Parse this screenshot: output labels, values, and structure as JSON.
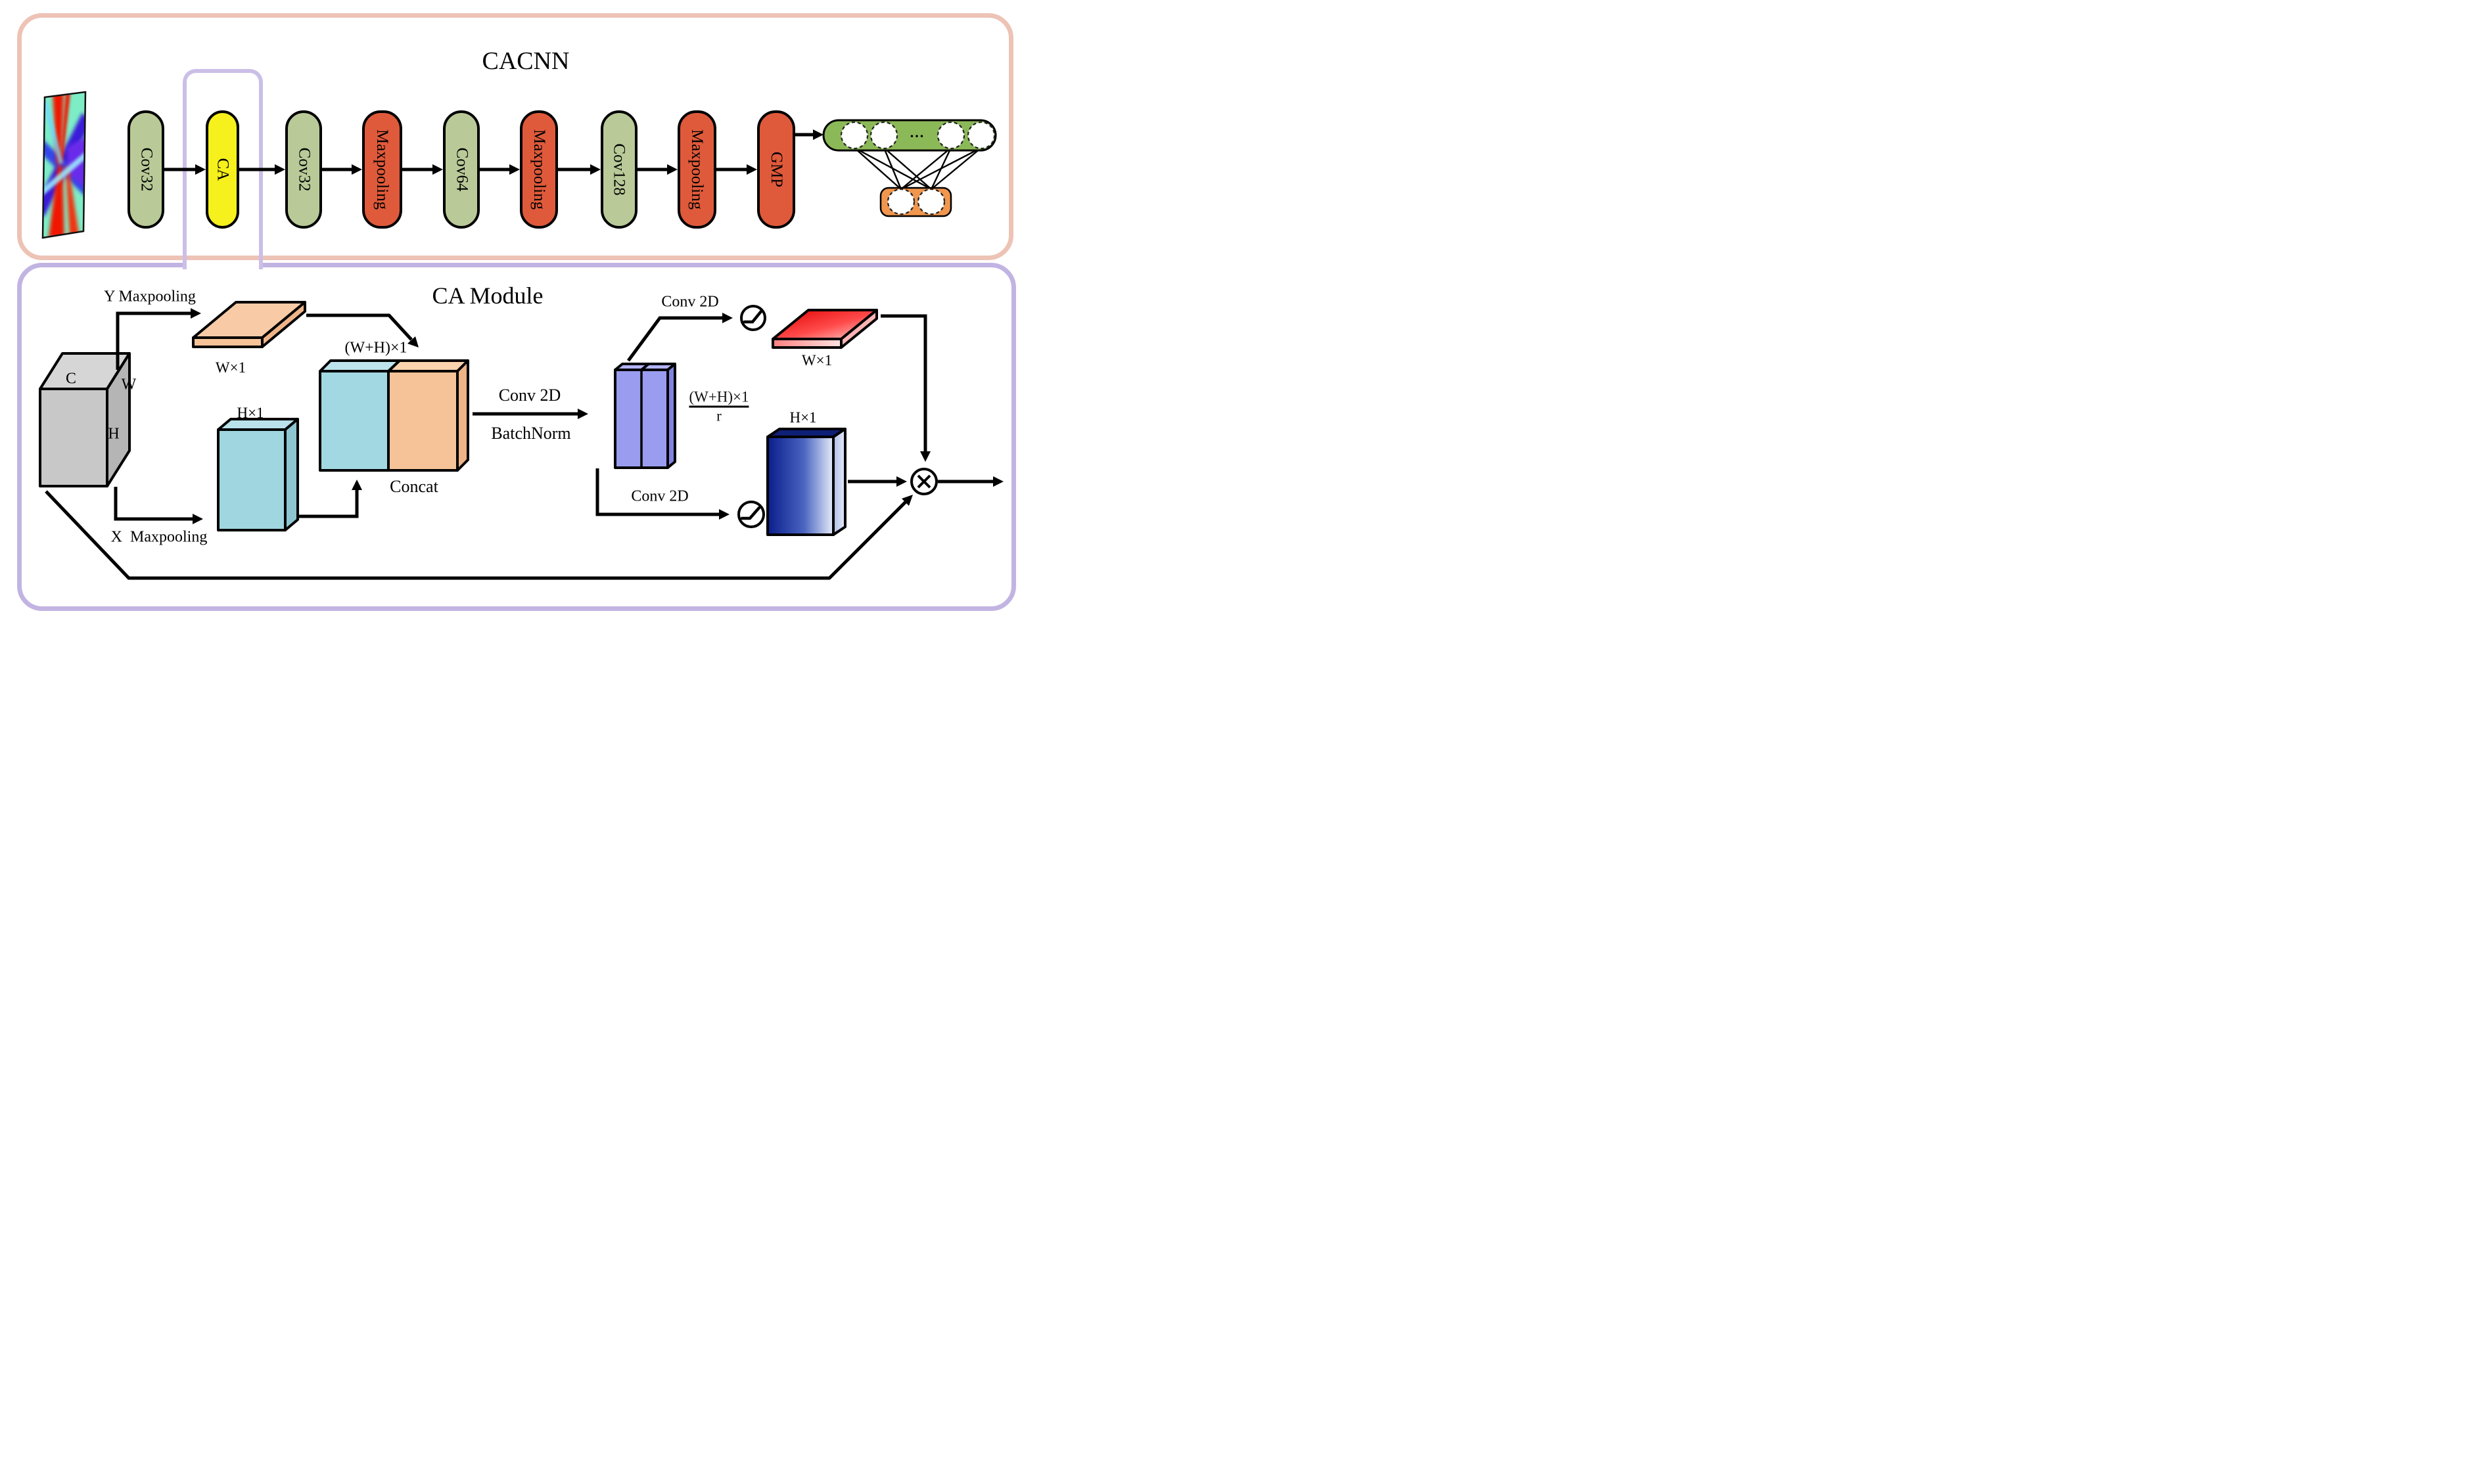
{
  "titles": {
    "top": "CACNN",
    "bottom": "CA Module"
  },
  "pipeline": {
    "blocks": [
      {
        "label": "Cov32",
        "type": "conv"
      },
      {
        "label": "CA",
        "type": "ca"
      },
      {
        "label": "Cov32",
        "type": "conv"
      },
      {
        "label": "Maxpooling",
        "type": "pool"
      },
      {
        "label": "Cov64",
        "type": "conv"
      },
      {
        "label": "Maxpooling",
        "type": "pool"
      },
      {
        "label": "Cov128",
        "type": "conv"
      },
      {
        "label": "Maxpooling",
        "type": "pool"
      },
      {
        "label": "GMP",
        "type": "pool"
      }
    ],
    "fc": {
      "dots": "..."
    }
  },
  "ca_module": {
    "cube": {
      "c": "C",
      "w": "W",
      "h": "H"
    },
    "labels": {
      "y_maxpooling": "Y Maxpooling",
      "x_maxpooling": "X  Maxpooling",
      "w1_orange": "W×1",
      "h1_cyan": "H×1",
      "wh1_concat": "(W+H)×1",
      "concat": "Concat",
      "conv2d_mid": "Conv 2D",
      "batchnorm": "BatchNorm",
      "frac_num": "(W+H)×1",
      "frac_den": "r",
      "conv2d_top": "Conv 2D",
      "conv2d_bottom": "Conv 2D",
      "w1_red": "W×1",
      "h1_blue": "H×1"
    }
  },
  "colors": {
    "panel_pink": "#edc3b6",
    "panel_purple": "#c2b4e2",
    "conv_green": "#b9ca98",
    "pool_red": "#df5a3b",
    "ca_yellow": "#f6f01c",
    "fc_green": "#8cb958",
    "fc_orange": "#f0964e",
    "slab_orange": "#f6c398",
    "slab_cyan": "#a2d8e2",
    "slab_purple": "#9a9cf0",
    "cube_gray": "#c8c8c8"
  }
}
